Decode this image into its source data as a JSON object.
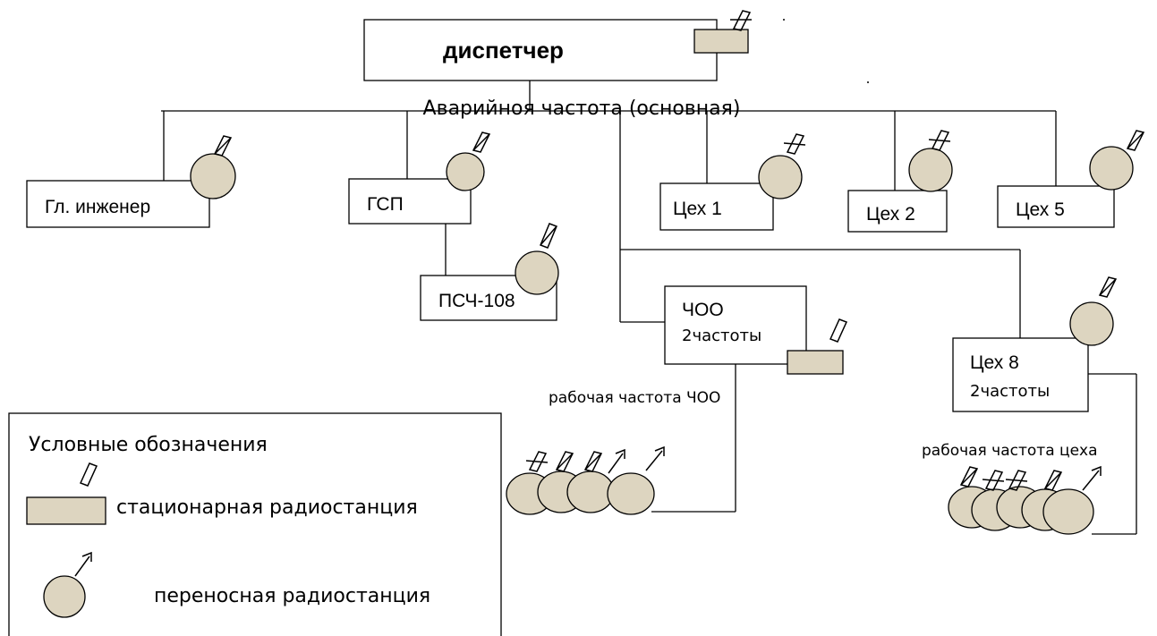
{
  "nodes": {
    "dispatcher": "диспетчер",
    "chief_engineer": "Гл. инженер",
    "gsp": "ГСП",
    "psch": "ПСЧ-108",
    "shop1": "Цех 1",
    "shop2": "Цех 2",
    "shop5": "Цех 5",
    "choo_name": "ЧОО",
    "choo_sub": "2частоты",
    "shop8_name": "Цех 8",
    "shop8_sub": "2частоты"
  },
  "lines": {
    "emergency": "Аварийноя частота (основная)",
    "choo_work": "рабочая частота ЧОО",
    "shop_work": "рабочая частота цеха"
  },
  "legend": {
    "title": "Условные обозначения",
    "stationary": "стационарная радиостанция",
    "portable": "переносная радиостанция"
  },
  "colors": {
    "radio_fill": "#ddd5c0",
    "line": "#000000"
  }
}
